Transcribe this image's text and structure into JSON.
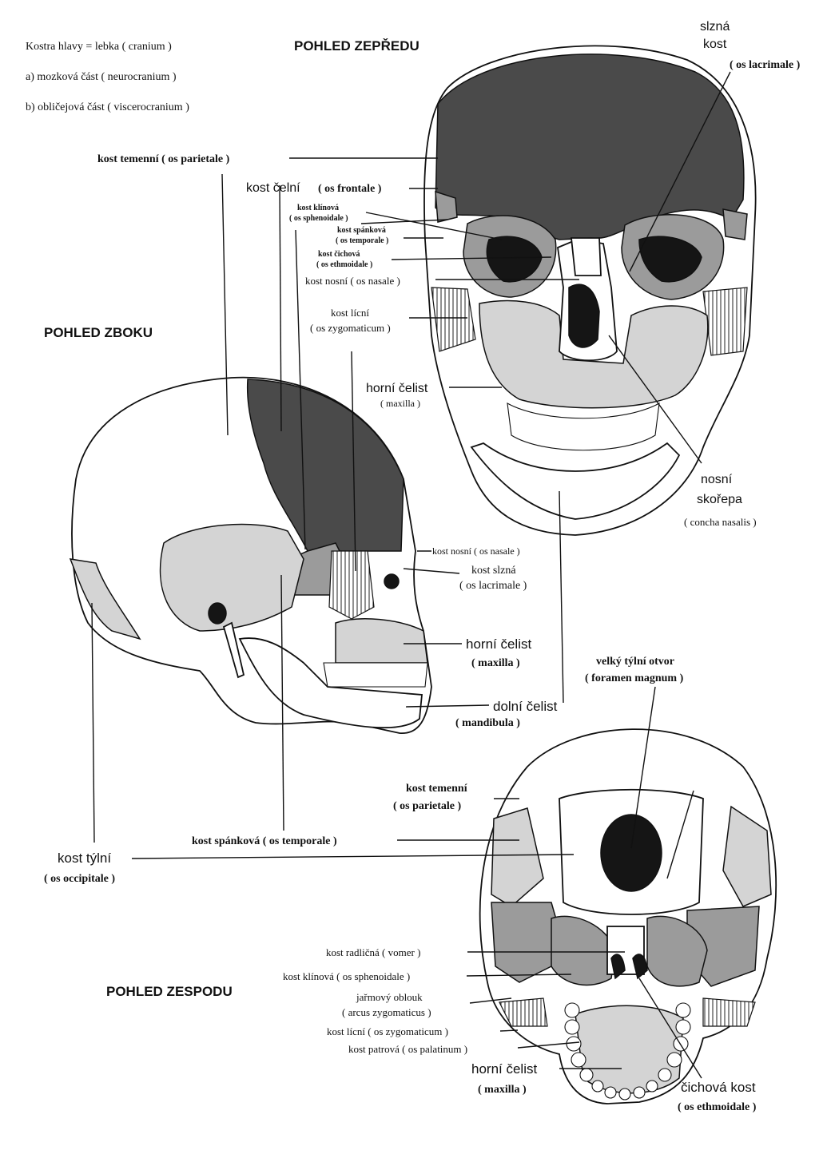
{
  "header": {
    "line1": "Kostra hlavy = lebka ( cranium )",
    "line2": "a) mozková část ( neurocranium )",
    "line3": "b) obličejová část ( viscerocranium )"
  },
  "views": {
    "front": "POHLED ZEPŘEDU",
    "side": "POHLED ZBOKU",
    "bottom": "POHLED ZESPODU"
  },
  "labels": {
    "front": {
      "slzna_1": "slzná",
      "slzna_2": "kost",
      "slzna_3": "( os lacrimale )",
      "temenni": "kost temenní  ( os parietale )",
      "celni_a": "kost čelní",
      "celni_b": "( os frontale )",
      "klinova_a": "kost klínová",
      "klinova_b": "( os sphenoidale )",
      "spankova_a": "kost spánková",
      "spankova_b": "( os temporale )",
      "cichova_a": "kost čichová",
      "cichova_b": "( os ethmoidale )",
      "nosni": "kost nosní ( os nasale )",
      "licni_a": "kost lícní",
      "licni_b": "( os zygomaticum )",
      "horni_a": "horní čelist",
      "horni_b": "( maxilla )",
      "skorepa_a": "nosní",
      "skorepa_b": "skořepa",
      "skorepa_c": "( concha nasalis )"
    },
    "side": {
      "nosni": "kost nosní ( os nasale )",
      "slzna_a": "kost slzná",
      "slzna_b": "( os lacrimale )",
      "horni_a": "horní čelist",
      "horni_b": "( maxilla )",
      "dolni_a": "dolní čelist",
      "dolni_b": "( mandibula )",
      "tylni_a": "kost týlní",
      "tylni_b": "( os occipitale )",
      "spankova": "kost spánková ( os temporale )"
    },
    "bottom": {
      "foramen_a": "velký týlní otvor",
      "foramen_b": "( foramen magnum )",
      "temenni_a": "kost temenní",
      "temenni_b": "( os parietale )",
      "radlicna": "kost radličná ( vomer )",
      "klinova": "kost klínová ( os sphenoidale )",
      "jarmovy_a": "jařmový oblouk",
      "jarmovy_b": "( arcus zygomaticus )",
      "licni": "kost lícní ( os zygomaticum )",
      "patrova": "kost patrová ( os palatinum )",
      "horni_a": "horní čelist",
      "horni_b": "( maxilla )",
      "cichova_a": "čichová kost",
      "cichova_b": "( os ethmoidale )"
    }
  }
}
